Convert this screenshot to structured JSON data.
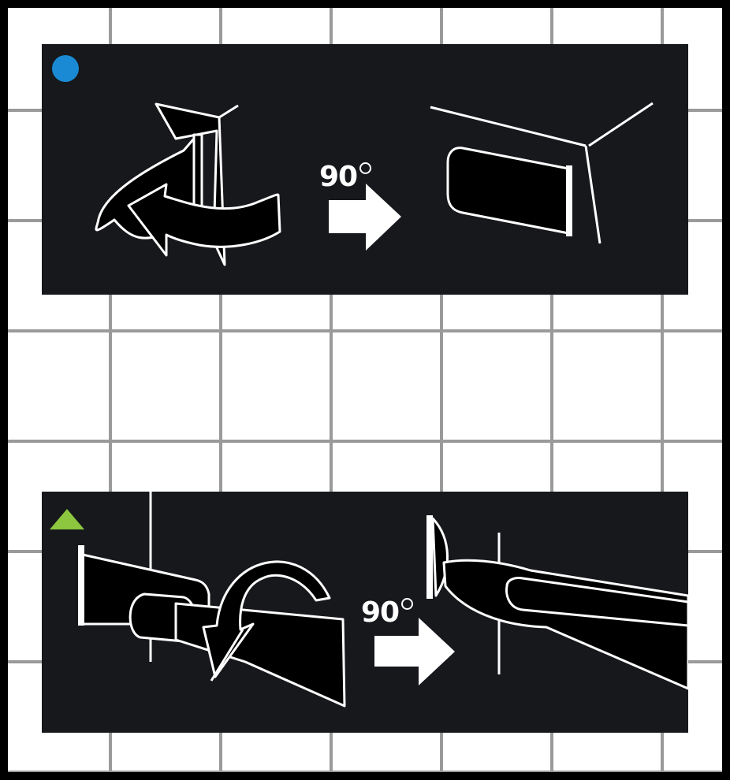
{
  "panels": [
    {
      "marker": "blue-circle",
      "marker_color": "#1a8ad4",
      "rotation_label": "90",
      "icons": [
        "rotate-arrows-icon",
        "right-arrow-icon",
        "installed-tab-icon"
      ]
    },
    {
      "marker": "green-triangle",
      "marker_color": "#8dc63f",
      "rotation_label": "90",
      "icons": [
        "rotate-down-arrow-icon",
        "right-arrow-icon",
        "clip-installed-icon"
      ]
    }
  ],
  "colors": {
    "panel_background": "#16181c",
    "grid_line": "#9a9a9a",
    "grid_background": "#ffffff",
    "outline": "#ffffff"
  }
}
